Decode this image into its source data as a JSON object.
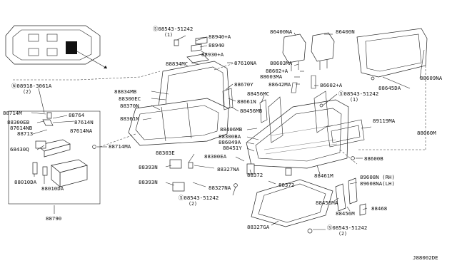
{
  "diagram_id": "J88002DE",
  "labels": {
    "l_05543_51242_top": "Ⓢ08543-51242",
    "l_05543_51242_top_qty": "(1)",
    "l_88940A": "88940+A",
    "l_88940": "88940",
    "l_88930A": "88930+A",
    "l_86400NA": "86400NA",
    "l_86400N": "86400N",
    "l_88834MC": "88834MC",
    "l_87610NA": "87610NA",
    "l_88603MA": "88603MA",
    "l_88602A": "88602+A",
    "l_88603MA_b": "88603MA",
    "l_88642MA": "88642MA",
    "l_88602A_b": "86602+A",
    "l_88609NA": "88609NA",
    "l_88645DA": "88645DA",
    "l_08918": "Ⓝ08918-3061A",
    "l_08918_qty": "(2)",
    "l_88834MB": "88834MB",
    "l_88300EC": "88300EC",
    "l_88670Y": "88670Y",
    "l_88370N": "88370N",
    "l_88661N": "88661N",
    "l_88456MB": "88456MB",
    "l_88456MC": "88456MC",
    "l_05543_right": "Ⓢ08543-51242",
    "l_05543_right_qty": "(1)",
    "l_88714M": "88714M",
    "l_88764": "88764",
    "l_88300EB": "88300EB",
    "l_87614N": "87614N",
    "l_87614NB": "87614NB",
    "l_88713": "88713",
    "l_87614NA": "87614NA",
    "l_88361N": "88361N",
    "l_88406MB": "88406MB",
    "l_88300BA": "88300BA",
    "l_89119MA": "89119MA",
    "l_88060M": "88060M",
    "l_68430Q": "68430Q",
    "l_88714MA": "88714MA",
    "l_886049A": "886049A",
    "l_88451Y": "88451Y",
    "l_88300EA": "88300EA",
    "l_88303E": "88303E",
    "l_88600B": "88600B",
    "l_88393N": "88393N",
    "l_88327NA": "88327NA",
    "l_88372": "88372",
    "l_88461M": "88461M",
    "l_88010DA_a": "88010DA",
    "l_88010DA_b": "88010DA",
    "l_88393N_b": "88393N",
    "l_88327NA_b": "88327NA",
    "l_88372_b": "88372",
    "l_89608N": "89608N (RH)",
    "l_89608NA": "89608NA(LH)",
    "l_05543_mid": "Ⓢ08543-51242",
    "l_05543_mid_qty": "(2)",
    "l_88456MA": "88456MA",
    "l_88456M": "88456M",
    "l_88468": "88468",
    "l_88790": "88790",
    "l_88327GA": "88327GA",
    "l_05543_bot": "Ⓢ08543-51242",
    "l_05543_bot_qty": "(2)"
  }
}
